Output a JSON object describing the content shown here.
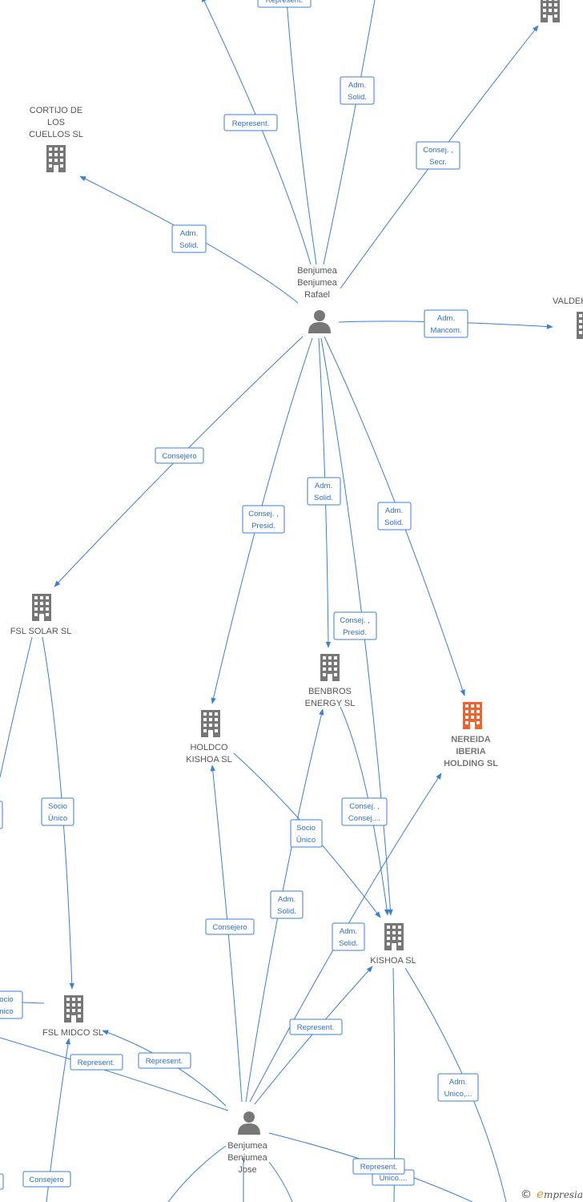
{
  "colors": {
    "edge": "#3b7fd4",
    "company": "#777777",
    "highlight": "#f0622f",
    "person": "#777777",
    "brand": "#f08a1c"
  },
  "nodes": [
    {
      "id": "top-company",
      "kind": "company",
      "label": []
    },
    {
      "id": "cortijo",
      "kind": "company",
      "label": [
        "CORTIJO DE",
        "LOS",
        "CUELLOS  SL"
      ]
    },
    {
      "id": "valdeh",
      "kind": "company",
      "label": [
        "VALDEH"
      ]
    },
    {
      "id": "rafael",
      "kind": "person",
      "label": [
        "Benjumea",
        "Benjumea",
        "Rafael"
      ]
    },
    {
      "id": "fsl-solar",
      "kind": "company",
      "label": [
        "FSL SOLAR  SL"
      ]
    },
    {
      "id": "benbros",
      "kind": "company",
      "label": [
        "BENBROS",
        "ENERGY  SL"
      ]
    },
    {
      "id": "holdco",
      "kind": "company",
      "label": [
        "HOLDCO",
        "KISHOA  SL"
      ]
    },
    {
      "id": "nereida",
      "kind": "company",
      "highlight": true,
      "label": [
        "NEREIDA",
        "IBERIA",
        "HOLDING  SL"
      ]
    },
    {
      "id": "kishoa",
      "kind": "company",
      "label": [
        "KISHOA  SL"
      ]
    },
    {
      "id": "fsl-midco",
      "kind": "company",
      "label": [
        "FSL MIDCO  SL"
      ]
    },
    {
      "id": "jose",
      "kind": "person",
      "label": [
        "Benjumea",
        "Benjumea",
        "Jose"
      ]
    }
  ],
  "edge_labels": [
    {
      "id": "represent-top",
      "lines": [
        "Represent."
      ]
    },
    {
      "id": "represent-rafael",
      "lines": [
        "Represent."
      ]
    },
    {
      "id": "adm-solid-top",
      "lines": [
        "Adm.",
        "Solid."
      ]
    },
    {
      "id": "consej-secr",
      "lines": [
        "Consej. ,",
        "Secr."
      ]
    },
    {
      "id": "adm-solid-cortijo",
      "lines": [
        "Adm.",
        "Solid."
      ]
    },
    {
      "id": "adm-mancom",
      "lines": [
        "Adm.",
        "Mancom."
      ]
    },
    {
      "id": "consejero-fsl-solar",
      "lines": [
        "Consejero"
      ]
    },
    {
      "id": "consej-presid-holdco",
      "lines": [
        "Consej. ,",
        "Presid."
      ]
    },
    {
      "id": "adm-solid-benbros",
      "lines": [
        "Adm.",
        "Solid."
      ]
    },
    {
      "id": "adm-solid-nereida",
      "lines": [
        "Adm.",
        "Solid."
      ]
    },
    {
      "id": "consej-presid-kishoa",
      "lines": [
        "Consej. ,",
        "Presid."
      ]
    },
    {
      "id": "consej-consej",
      "lines": [
        "Consej. ,",
        "Consej...."
      ]
    },
    {
      "id": "socio-unico-holdco",
      "lines": [
        "Socio",
        "Único"
      ]
    },
    {
      "id": "socio-unico-fsl",
      "lines": [
        "Socio",
        "Único"
      ]
    },
    {
      "id": "adm-solid-jose-benbros",
      "lines": [
        "Adm.",
        "Solid."
      ]
    },
    {
      "id": "consejero-jose-holdco",
      "lines": [
        "Consejero"
      ]
    },
    {
      "id": "adm-solid-jose-nereida",
      "lines": [
        "Adm.",
        "Solid."
      ]
    },
    {
      "id": "represent-jose-kishoa",
      "lines": [
        "Represent."
      ]
    },
    {
      "id": "represent-jose-midco",
      "lines": [
        "Represent."
      ]
    },
    {
      "id": "represent-left",
      "lines": [
        "Represent."
      ]
    },
    {
      "id": "socio-unico-left",
      "lines": [
        "ocio",
        "nico"
      ]
    },
    {
      "id": "adm-unico",
      "lines": [
        "Adm.",
        "Unico,..."
      ]
    },
    {
      "id": "represent-bottom",
      "lines": [
        "Represent."
      ]
    },
    {
      "id": "unico-bottom",
      "lines": [
        "Unico...."
      ]
    },
    {
      "id": "consejero-bottom",
      "lines": [
        "Consejero"
      ]
    }
  ],
  "watermark": {
    "symbol": "©",
    "brand_initial": "e",
    "brand_rest": "mpresia"
  }
}
